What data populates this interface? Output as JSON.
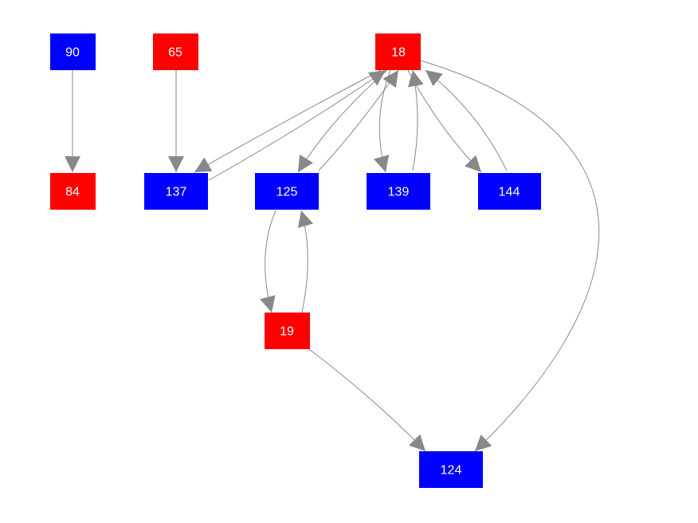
{
  "colors": {
    "red": "#ff0000",
    "blue": "#0000ff",
    "edge": "#888888",
    "label": "#ffffff",
    "background": "#ffffff"
  },
  "nodes": [
    {
      "id": "n90",
      "label": "90",
      "color": "blue"
    },
    {
      "id": "n65",
      "label": "65",
      "color": "red"
    },
    {
      "id": "n18",
      "label": "18",
      "color": "red"
    },
    {
      "id": "n84",
      "label": "84",
      "color": "red"
    },
    {
      "id": "n137",
      "label": "137",
      "color": "blue"
    },
    {
      "id": "n125",
      "label": "125",
      "color": "blue"
    },
    {
      "id": "n139",
      "label": "139",
      "color": "blue"
    },
    {
      "id": "n144",
      "label": "144",
      "color": "blue"
    },
    {
      "id": "n19",
      "label": "19",
      "color": "red"
    },
    {
      "id": "n124",
      "label": "124",
      "color": "blue"
    }
  ],
  "edges": [
    {
      "id": "e90-84",
      "source": "90",
      "target": "84"
    },
    {
      "id": "e65-137",
      "source": "65",
      "target": "137"
    },
    {
      "id": "e18-137",
      "source": "18",
      "target": "137"
    },
    {
      "id": "e137-18",
      "source": "137",
      "target": "18"
    },
    {
      "id": "e18-125",
      "source": "18",
      "target": "125"
    },
    {
      "id": "e125-18",
      "source": "125",
      "target": "18"
    },
    {
      "id": "e18-139",
      "source": "18",
      "target": "139"
    },
    {
      "id": "e139-18",
      "source": "139",
      "target": "18"
    },
    {
      "id": "e18-144",
      "source": "18",
      "target": "144"
    },
    {
      "id": "e144-18",
      "source": "144",
      "target": "18"
    },
    {
      "id": "e18-124",
      "source": "18",
      "target": "124"
    },
    {
      "id": "e125-19",
      "source": "125",
      "target": "19"
    },
    {
      "id": "e19-125",
      "source": "19",
      "target": "125"
    },
    {
      "id": "e19-124",
      "source": "19",
      "target": "124"
    }
  ]
}
